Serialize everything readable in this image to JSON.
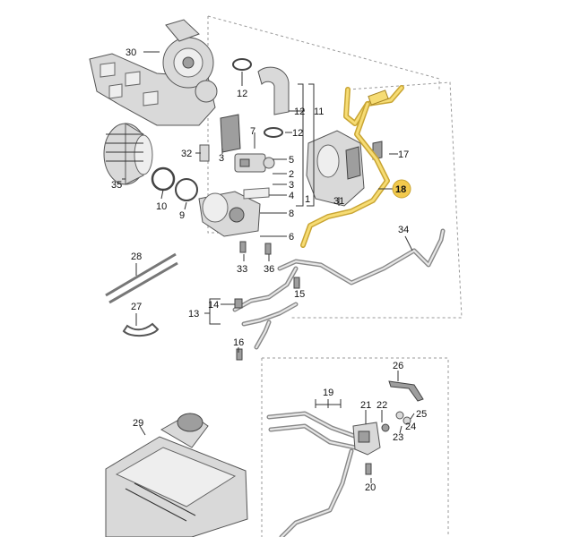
{
  "diagram": {
    "highlight_color": "#f2c94c",
    "callouts": {
      "c1": "1",
      "c2": "2",
      "c3": "3",
      "c3b": "3",
      "c4": "4",
      "c5": "5",
      "c6": "6",
      "c7": "7",
      "c8": "8",
      "c9": "9",
      "c10": "10",
      "c11": "11",
      "c12a": "12",
      "c12b": "12",
      "c12c": "12",
      "c13": "13",
      "c14": "14",
      "c15": "15",
      "c16": "16",
      "c17": "17",
      "c18": "18",
      "c19": "19",
      "c20": "20",
      "c21": "21",
      "c22": "22",
      "c23": "23",
      "c24": "24",
      "c25": "25",
      "c26": "26",
      "c27": "27",
      "c28": "28",
      "c29": "29",
      "c30": "30",
      "c31": "31",
      "c32": "32",
      "c33": "33",
      "c34": "34",
      "c35": "35",
      "c36": "36"
    }
  }
}
